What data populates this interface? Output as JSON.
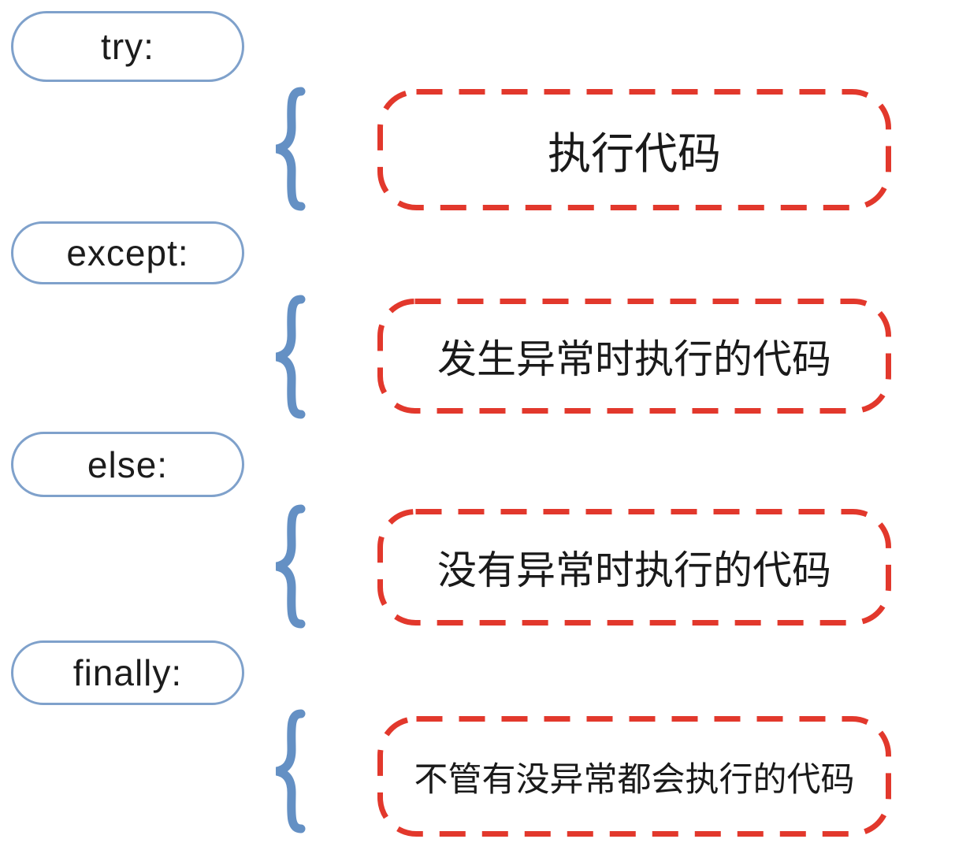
{
  "diagram": {
    "title_semantic": "python-try-except-else-finally-structure",
    "rows": [
      {
        "keyword": "try:",
        "description": "执行代码"
      },
      {
        "keyword": "except:",
        "description": "发生异常时执行的代码"
      },
      {
        "keyword": "else:",
        "description": "没有异常时执行的代码"
      },
      {
        "keyword": "finally:",
        "description": "不管有没异常都会执行的代码"
      }
    ],
    "colors": {
      "keyword_border": "#7fa1cb",
      "brace": "#6490c4",
      "description_border": "#e2382c",
      "text": "#1a1a1a",
      "background": "#ffffff"
    },
    "brace_glyph": "{"
  }
}
